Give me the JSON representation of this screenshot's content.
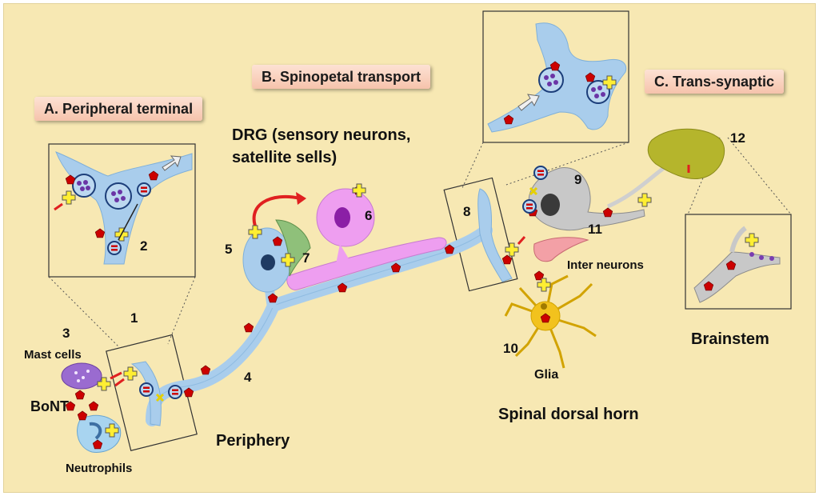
{
  "banners": {
    "peripheral": "A. Peripheral terminal",
    "spinopetal": "B. Spinopetal transport",
    "transsynaptic": "C. Trans-synaptic"
  },
  "labels": {
    "drg_line1": "DRG (sensory neurons,",
    "drg_line2": "satellite sells)",
    "periphery": "Periphery",
    "spinal_dorsal_horn": "Spinal dorsal horn",
    "brainstem": "Brainstem",
    "mast_cells": "Mast cells",
    "bont": "BoNT",
    "neutrophils": "Neutrophils",
    "inter_neurons": "Inter neurons",
    "glia": "Glia"
  },
  "numbers": [
    "1",
    "2",
    "3",
    "4",
    "5",
    "6",
    "7",
    "8",
    "9",
    "10",
    "11",
    "12"
  ],
  "colors": {
    "background": "#f7e8b3",
    "neuron": "#a9cdec",
    "satellite": "#ee9ef0",
    "toxin": "#cc0000",
    "plus": "#ffee33",
    "brainstem": "#b5b52c",
    "glia": "#f2c21d"
  }
}
